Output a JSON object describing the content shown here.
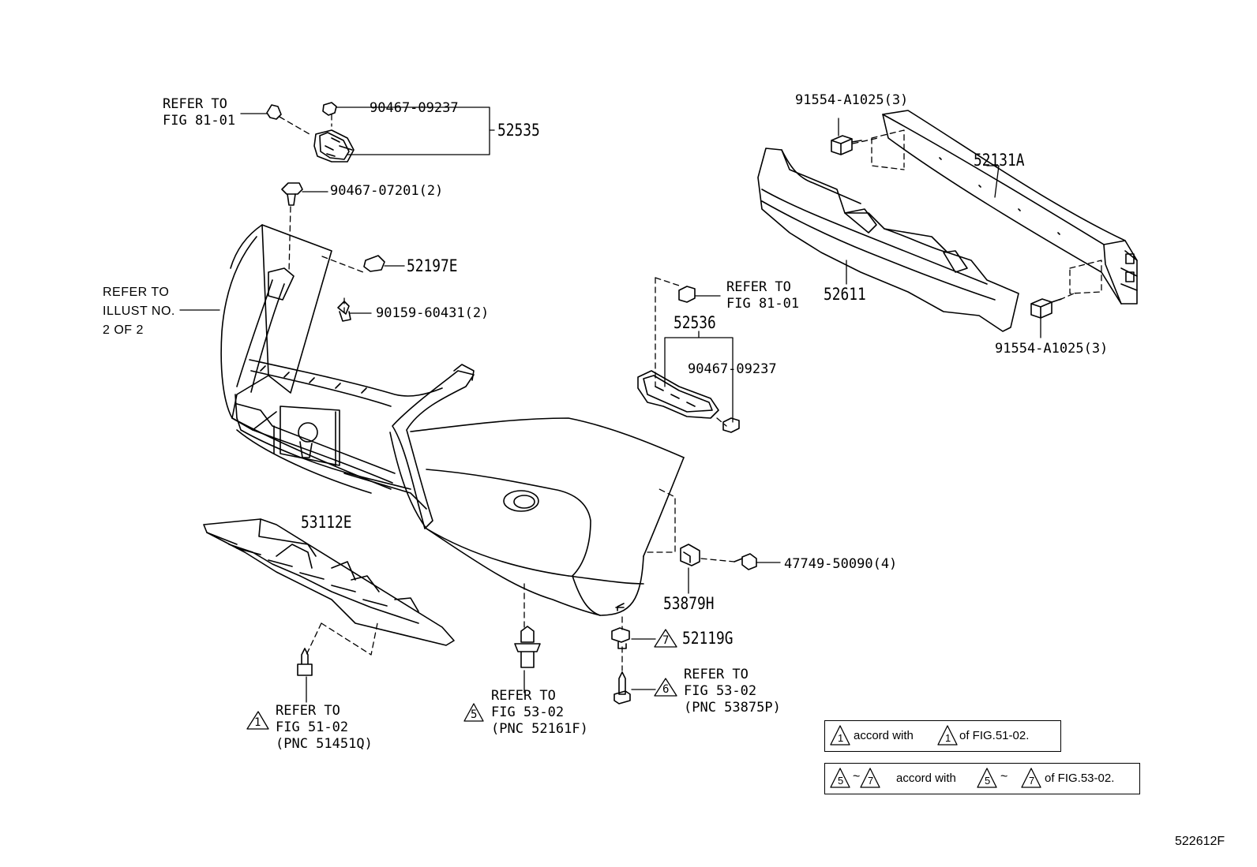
{
  "labels": {
    "refer_fig81_left": [
      "REFER TO",
      "FIG 81-01"
    ],
    "p_90467_09237_top": "90467-09237",
    "p_52535": "52535",
    "p_90467_07201": "90467-07201(2)",
    "p_52197e": "52197E",
    "refer_illust": [
      "REFER TO",
      "ILLUST NO.",
      "2 OF 2"
    ],
    "p_90159_60431": "90159-60431(2)",
    "p_91554_top": "91554-A1025(3)",
    "p_52131a": "52131A",
    "p_52611": "52611",
    "p_91554_bottom": "91554-A1025(3)",
    "refer_fig81_right": [
      "REFER TO",
      "FIG 81-01"
    ],
    "p_52536": "52536",
    "p_90467_09237_right": "90467-09237",
    "p_53112e": "53112E",
    "p_47749": "47749-50090(4)",
    "p_53879h": "53879H",
    "p_52119g": "52119G",
    "refer_fig53_right": [
      "REFER TO",
      "FIG 53-02",
      "(PNC 53875P)"
    ],
    "refer_fig53_mid": [
      "REFER TO",
      "FIG 53-02",
      "(PNC 52161F)"
    ],
    "refer_fig51": [
      "REFER TO",
      "FIG 51-02",
      "(PNC 51451Q)"
    ]
  },
  "markers": {
    "m1": "1",
    "m5": "5",
    "m6": "6",
    "m7": "7"
  },
  "notes": {
    "note1": {
      "a": "1",
      "text": " accord with ",
      "b": "1",
      "tail": " of FIG.51-02."
    },
    "note2": {
      "a": "5",
      "tilde": "~",
      "b": "7",
      "text": " accord with ",
      "c": "5",
      "tilde2": "~",
      "d": "7",
      "tail": " of FIG.53-02."
    }
  },
  "illustration_code": "522612F"
}
